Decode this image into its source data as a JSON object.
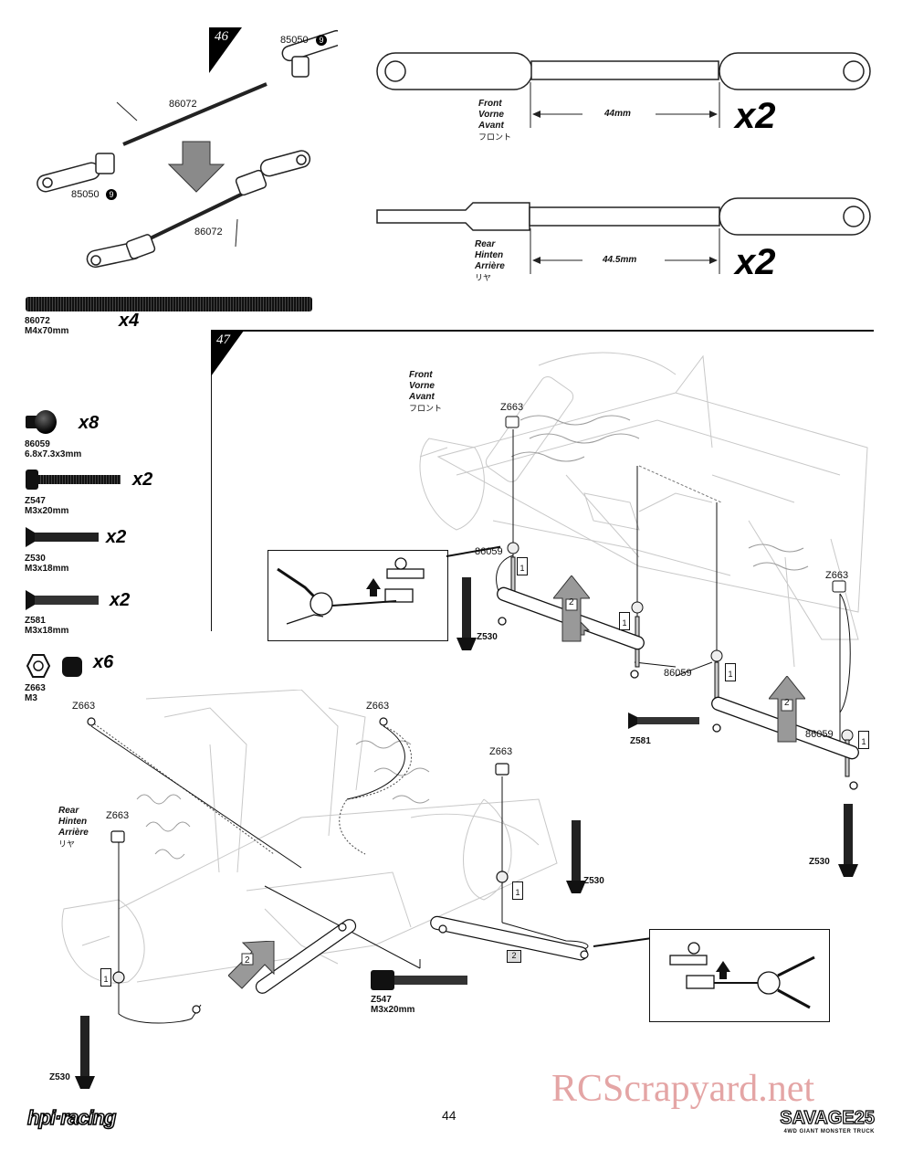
{
  "steps": {
    "step46": "46",
    "step47": "47"
  },
  "step46": {
    "part_85050_top": "85050",
    "part_85050_bottom": "85050",
    "circled_num": "9",
    "part_86072_top": "86072",
    "part_86072_bottom": "86072"
  },
  "rods": {
    "front": {
      "dir_en": "Front",
      "dir_de": "Vorne",
      "dir_fr": "Avant",
      "dir_jp": "フロント",
      "length": "44mm",
      "qty": "x2"
    },
    "rear": {
      "dir_en": "Rear",
      "dir_de": "Hinten",
      "dir_fr": "Arrière",
      "dir_jp": "リヤ",
      "length": "44.5mm",
      "qty": "x2"
    }
  },
  "parts_list": [
    {
      "code": "86072",
      "size": "M4x70mm",
      "qty": "x4"
    },
    {
      "code": "86059",
      "size": "6.8x7.3x3mm",
      "qty": "x8"
    },
    {
      "code": "Z547",
      "size": "M3x20mm",
      "qty": "x2"
    },
    {
      "code": "Z530",
      "size": "M3x18mm",
      "qty": "x2"
    },
    {
      "code": "Z581",
      "size": "M3x18mm",
      "qty": "x2"
    },
    {
      "code": "Z663",
      "size": "M3",
      "qty": "x6"
    }
  ],
  "step47": {
    "front_dir": {
      "en": "Front",
      "de": "Vorne",
      "fr": "Avant",
      "jp": "フロント"
    },
    "rear_dir": {
      "en": "Rear",
      "de": "Hinten",
      "fr": "Arrière",
      "jp": "リヤ"
    },
    "labels": {
      "z663_a": "Z663",
      "z663_b": "Z663",
      "z663_c": "Z663",
      "z663_d": "Z663",
      "z663_e": "Z663",
      "z663_f": "Z663",
      "p86059_a": "86059",
      "p86059_b": "86059",
      "p86059_c": "86059",
      "z530_a": "Z530",
      "z530_b": "Z530",
      "z530_c": "Z530",
      "z530_d": "Z530",
      "z581": "Z581",
      "z547_code": "Z547",
      "z547_size": "M3x20mm",
      "arrow_num": "2",
      "step_ref": "1"
    }
  },
  "footer": {
    "brand": "hpi·racing",
    "page_number": "44",
    "product": "SAVAGE25",
    "product_sub": "4WD GIANT MONSTER TRUCK",
    "watermark": "RCScrapyard.net"
  }
}
